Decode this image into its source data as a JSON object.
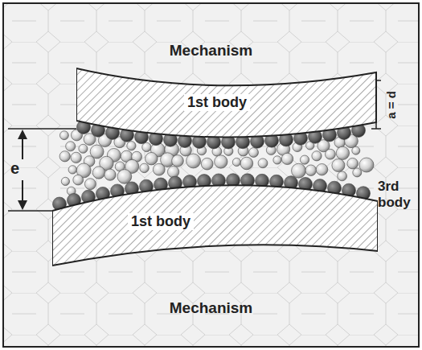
{
  "diagram": {
    "nodes": [
      {
        "text": [
          "Mechanism"
        ]
      },
      {
        "text": [
          "1st body"
        ]
      },
      {
        "text": [
          "1st body"
        ]
      },
      {
        "text": [
          "Mechanism"
        ]
      }
    ],
    "labels": [
      "e",
      "a = d",
      "3rd body"
    ]
  }
}
